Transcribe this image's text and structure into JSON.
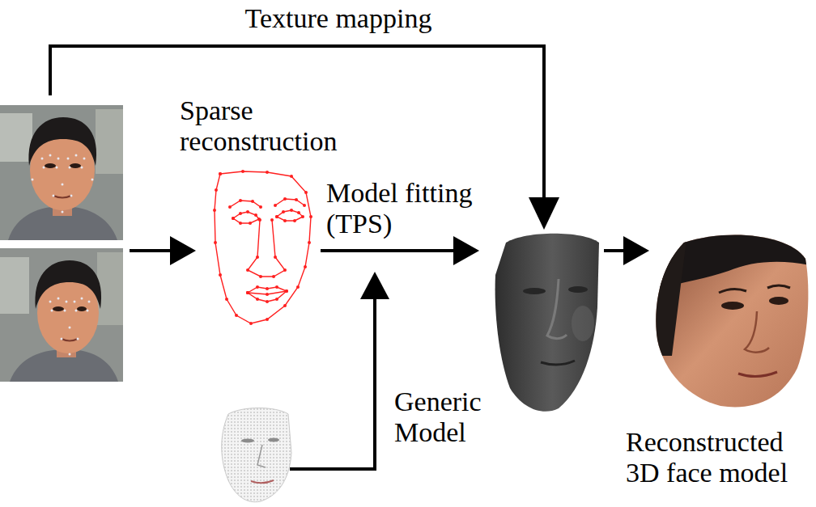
{
  "diagram": {
    "labels": [
      "Texture mapping",
      "Sparse reconstruction",
      "Model fitting (TPS)",
      "Generic Model",
      "Reconstructed 3D face model"
    ]
  }
}
